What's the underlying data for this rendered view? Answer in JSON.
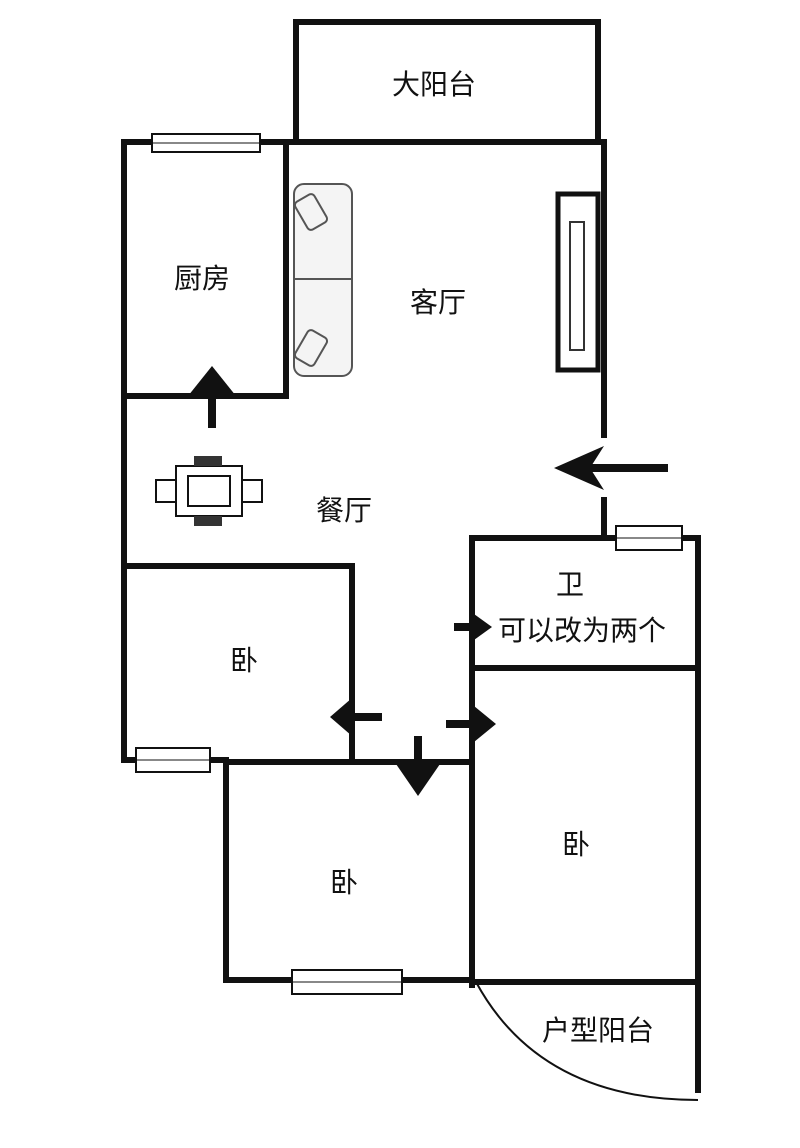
{
  "rooms": {
    "big_balcony": "大阳台",
    "kitchen": "厨房",
    "living_room": "客厅",
    "dining_room": "餐厅",
    "bathroom": "卫",
    "bathroom_note": "可以改为两个",
    "bedroom_left": "卧",
    "bedroom_bottom": "卧",
    "bedroom_right": "卧",
    "unit_balcony": "户型阳台"
  },
  "icons": {
    "sofa": "sofa-icon",
    "tv_cabinet": "tv-cabinet-icon",
    "dining_table": "dining-table-icon",
    "window": "window-icon",
    "arrow": "arrow-icon"
  },
  "colors": {
    "wall": "#111111",
    "background": "#ffffff",
    "furniture": "#555555"
  }
}
